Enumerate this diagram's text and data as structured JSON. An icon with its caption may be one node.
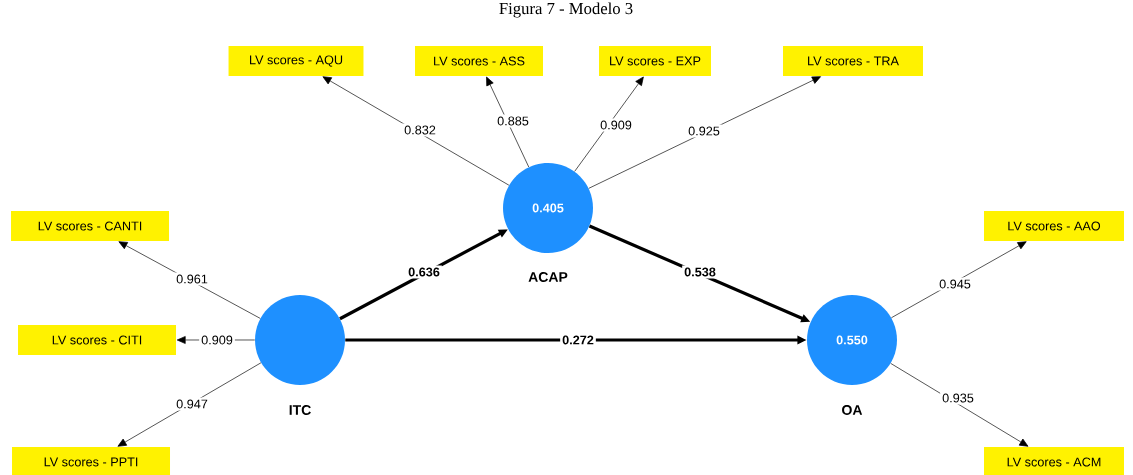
{
  "diagram": {
    "title": "Figura 7 - Modelo 3",
    "nodes": [
      {
        "text": [],
        "shape": "circle",
        "beside": [
          "ITC"
        ]
      },
      {
        "text": [
          "0.405"
        ],
        "beside": [
          "ACAP"
        ]
      },
      {
        "text": [
          "0.550"
        ],
        "beside": [
          "OA"
        ]
      },
      {
        "text": [
          "LV scores - AQU"
        ]
      },
      {
        "text": [
          "LV scores - ASS"
        ]
      },
      {
        "text": [
          "LV scores - EXP"
        ]
      },
      {
        "text": [
          "LV scores - TRA"
        ]
      },
      {
        "text": [
          "LV scores - CANTI"
        ]
      },
      {
        "text": [
          "LV scores - CITI"
        ]
      },
      {
        "text": [
          "LV scores - PPTI"
        ]
      },
      {
        "text": [
          "LV scores - AAO"
        ]
      },
      {
        "text": [
          "LV scores - ACM"
        ]
      }
    ],
    "edges": [
      {
        "from": 1,
        "to": 3,
        "arrow": "to",
        "label": "0.832"
      },
      {
        "from": 1,
        "to": 4,
        "arrow": "to",
        "label": "0.885"
      },
      {
        "from": 1,
        "to": 5,
        "arrow": "to",
        "label": "0.909"
      },
      {
        "from": 1,
        "to": 6,
        "arrow": "to",
        "label": "0.925"
      },
      {
        "from": 0,
        "to": 7,
        "arrow": "to",
        "label": "0.961"
      },
      {
        "from": 0,
        "to": 8,
        "arrow": "to",
        "label": "0.909"
      },
      {
        "from": 0,
        "to": 9,
        "arrow": "to",
        "label": "0.947"
      },
      {
        "from": 2,
        "to": 10,
        "arrow": "to",
        "label": "0.945"
      },
      {
        "from": 2,
        "to": 11,
        "arrow": "to",
        "label": "0.935"
      },
      {
        "from": 0,
        "to": 1,
        "arrow": "to",
        "label": "0.636",
        "style": "thick"
      },
      {
        "from": 1,
        "to": 2,
        "arrow": "to",
        "label": "0.538",
        "style": "thick"
      },
      {
        "from": 0,
        "to": 2,
        "arrow": "to",
        "label": "0.272",
        "style": "thick"
      }
    ]
  }
}
